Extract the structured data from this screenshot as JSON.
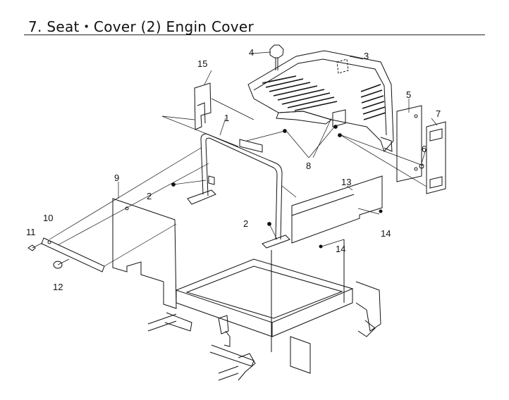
{
  "header": {
    "title": "7. Seat・Cover (2) Engin Cover"
  },
  "callouts": [
    {
      "id": "c1",
      "text": "1"
    },
    {
      "id": "c2a",
      "text": "2"
    },
    {
      "id": "c2b",
      "text": "2"
    },
    {
      "id": "c3",
      "text": "3"
    },
    {
      "id": "c4",
      "text": "4"
    },
    {
      "id": "c5",
      "text": "5"
    },
    {
      "id": "c6",
      "text": "6"
    },
    {
      "id": "c7",
      "text": "7"
    },
    {
      "id": "c8",
      "text": "8"
    },
    {
      "id": "c9",
      "text": "9"
    },
    {
      "id": "c10",
      "text": "10"
    },
    {
      "id": "c11",
      "text": "11"
    },
    {
      "id": "c12",
      "text": "12"
    },
    {
      "id": "c13",
      "text": "13"
    },
    {
      "id": "c14a",
      "text": "14"
    },
    {
      "id": "c14b",
      "text": "14"
    },
    {
      "id": "c15",
      "text": "15"
    }
  ]
}
